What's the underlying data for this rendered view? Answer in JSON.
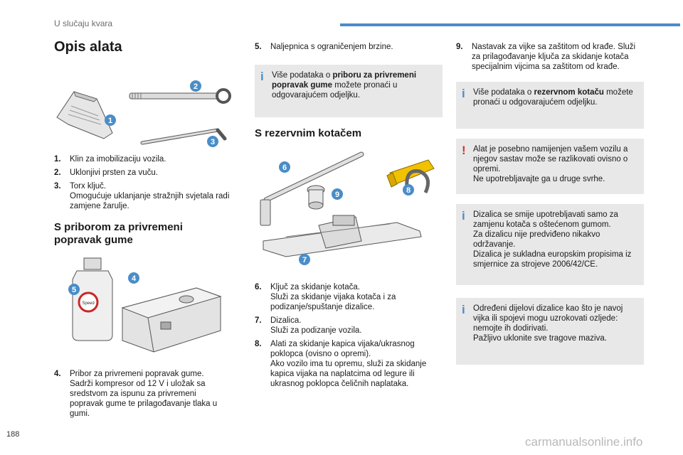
{
  "header": {
    "section": "U slučaju kvara"
  },
  "page_number": "188",
  "watermark": "carmanualsonline.info",
  "col1": {
    "title": "Opis alata",
    "items": [
      {
        "num": "1.",
        "text": "Klin za imobilizaciju vozila."
      },
      {
        "num": "2.",
        "text": "Uklonjivi prsten za vuču."
      },
      {
        "num": "3.",
        "text": "Torx ključ.",
        "text2": "Omogućuje uklanjanje stražnjih svjetala radi zamjene žarulje."
      }
    ],
    "subtitle": "S priborom za privremeni popravak gume",
    "item4": {
      "num": "4.",
      "text": "Pribor za privremeni popravak gume.",
      "text2": "Sadrži kompresor od 12 V i uložak sa sredstvom za ispunu za privremeni popravak gume te prilagođavanje tlaka u gumi."
    },
    "fig1_callouts": [
      "1",
      "2",
      "3"
    ],
    "fig2_callouts": [
      "4",
      "5"
    ],
    "bottle_label": "Speed"
  },
  "col2": {
    "item5": {
      "num": "5.",
      "text": "Naljepnica s ograničenjem brzine."
    },
    "note1": {
      "pre": "Više podataka o ",
      "bold": "priboru za privremeni popravak gume",
      "post": " možete pronaći u odgovarajućem odjeljku."
    },
    "subtitle": "S rezervnim kotačem",
    "fig_callouts": [
      "6",
      "7",
      "8",
      "9"
    ],
    "items": [
      {
        "num": "6.",
        "text": "Ključ za skidanje kotača.",
        "text2": "Služi za skidanje vijaka kotača i za podizanje/spuštanje dizalice."
      },
      {
        "num": "7.",
        "text": "Dizalica.",
        "text2": "Služi za podizanje vozila."
      },
      {
        "num": "8.",
        "text": "Alati za skidanje kapica vijaka/ukrasnog poklopca (ovisno o opremi).",
        "text2": "Ako vozilo ima tu opremu, služi za skidanje kapica vijaka na naplatcima od legure ili ukrasnog poklopca čeličnih naplataka."
      }
    ]
  },
  "col3": {
    "item9": {
      "num": "9.",
      "text": "Nastavak za vijke sa zaštitom od krađe. Služi za prilagođavanje ključa za skidanje kotača specijalnim vijcima sa zaštitom od krađe."
    },
    "note1": {
      "pre": "Više podataka o ",
      "bold": "rezervnom kotaču",
      "post": " možete pronaći u odgovarajućem odjeljku."
    },
    "warn": {
      "text": "Alat je posebno namijenjen vašem vozilu a njegov sastav može se razlikovati ovisno o opremi.",
      "text2": "Ne upotrebljavajte ga u druge svrhe."
    },
    "note2": {
      "text": "Dizalica se smije upotrebljavati samo za zamjenu kotača s oštećenom gumom.",
      "text2": "Za dizalicu nije predviđeno nikakvo održavanje.",
      "text3": "Dizalica je sukladna europskim propisima iz smjernice za strojeve 2006/42/CE."
    },
    "note3": {
      "text": "Određeni dijelovi dizalice kao što je navoj vijka ili spojevi mogu uzrokovati ozljede: nemojte ih dodirivati.",
      "text2": "Pažljivo uklonite sve tragove maziva."
    }
  },
  "colors": {
    "accent": "#4a8dc8",
    "warning": "#d0342c",
    "note_bg": "#e8e8e8",
    "tool_yellow": "#f2c200"
  }
}
